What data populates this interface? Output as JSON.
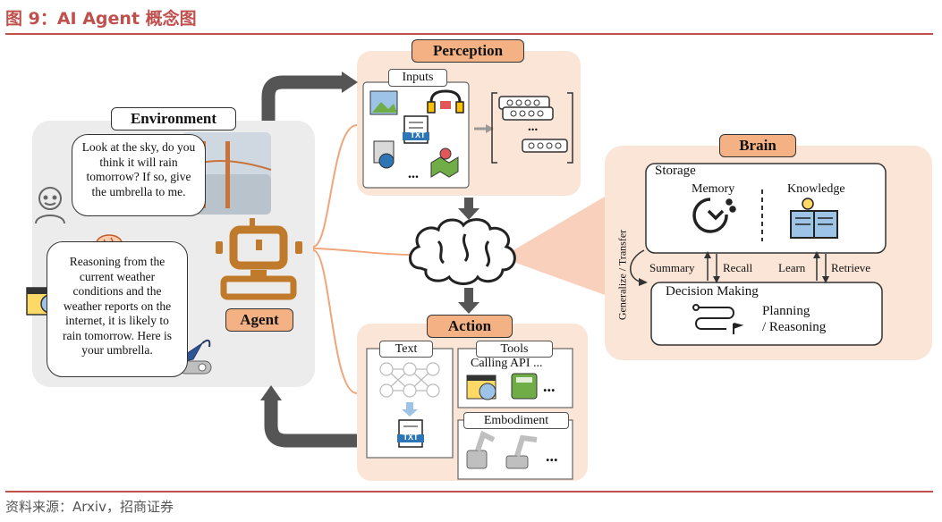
{
  "figure_title": "图 9：AI Agent 概念图",
  "source": "资料来源：Arxiv，招商证券",
  "environment": {
    "label": "Environment",
    "question": "Look at the sky, do you think it will rain tomorrow? If so, give the umbrella to me.",
    "answer": "Reasoning from the current weather conditions and the weather reports on the internet, it is likely to rain tomorrow. Here is your umbrella."
  },
  "agent": {
    "label": "Agent"
  },
  "perception": {
    "label": "Perception",
    "inputs_label": "Inputs",
    "txt_label": "TXT",
    "ellipsis": "...",
    "vector_ellipsis": "..."
  },
  "action": {
    "label": "Action",
    "text_label": "Text",
    "tools_label": "Tools",
    "calling_api": "Calling API ...",
    "embodiment_label": "Embodiment",
    "txt_label": "TXT",
    "ellipsis": "..."
  },
  "brain": {
    "label": "Brain",
    "storage_label": "Storage",
    "memory_label": "Memory",
    "knowledge_label": "Knowledge",
    "generalize_label": "Generalize / Transfer",
    "summary_label": "Summary",
    "recall_label": "Recall",
    "learn_label": "Learn",
    "retrieve_label": "Retrieve",
    "decision_label": "Decision Making",
    "planning_label": "Planning",
    "reasoning_label": "/ Reasoning"
  },
  "colors": {
    "accent_red": "#c0504d",
    "orange_tag": "#f4b183",
    "panel_peach": "#fbe5d6",
    "panel_gray": "#ececec",
    "arrow_gray": "#4d4d4d"
  }
}
